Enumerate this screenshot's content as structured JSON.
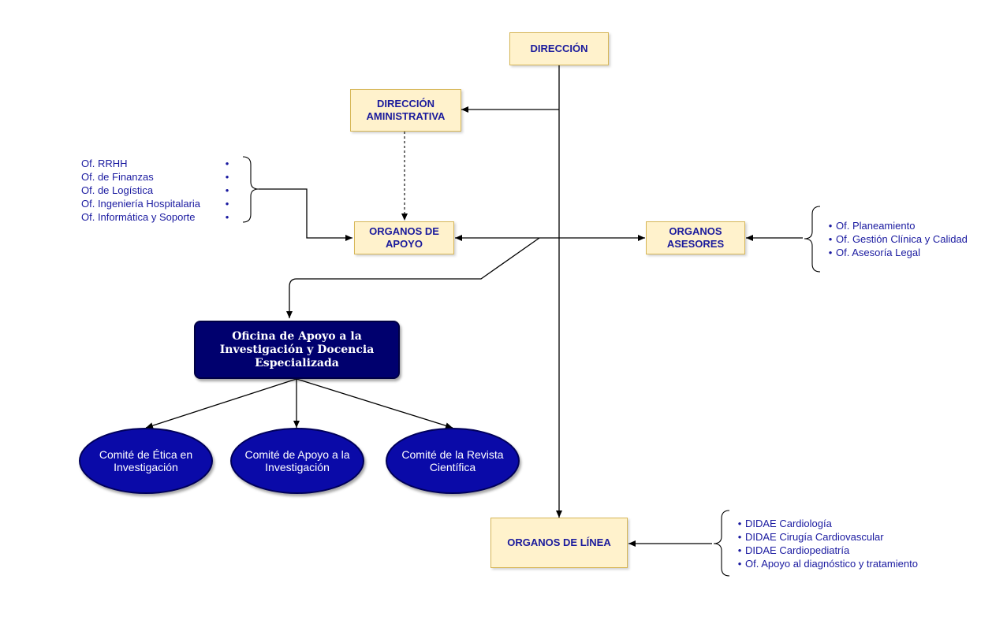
{
  "direccion": "DIRECCIÓN",
  "direccion_administrativa": "DIRECCIÓN\nAMINISTRATIVA",
  "organos_apoyo": "ORGANOS DE\nAPOYO",
  "organos_asesores": "ORGANOS\nASESORES",
  "organos_linea": "ORGANOS DE LÍNEA",
  "oficina_apoyo": "Oficina de Apoyo a la\nInvestigación y Docencia\nEspecializada",
  "comites": [
    "Comité de Ética en\nInvestigación",
    "Comité de Apoyo a la\nInvestigación",
    "Comité de la Revista\nCientífica"
  ],
  "apoyo_items": [
    "Of. RRHH",
    "Of. de Finanzas",
    "Of. de Logística",
    "Of. Ingeniería Hospitalaria",
    "Of. Informática y Soporte"
  ],
  "asesores_items": [
    "Of. Planeamiento",
    "Of. Gestión Clínica y Calidad",
    "Of. Asesoría Legal"
  ],
  "linea_items": [
    "DIDAE Cardiología",
    "DIDAE Cirugía Cardiovascular",
    "DIDAE Cardiopediatría",
    "Of. Apoyo al diagnóstico y tratamiento"
  ],
  "colors": {
    "box_fill": "#fff2cc",
    "box_border": "#d6b656",
    "box_text": "#1a1a9c",
    "navy": "#00006e",
    "ellipse": "#0a0aa8"
  }
}
